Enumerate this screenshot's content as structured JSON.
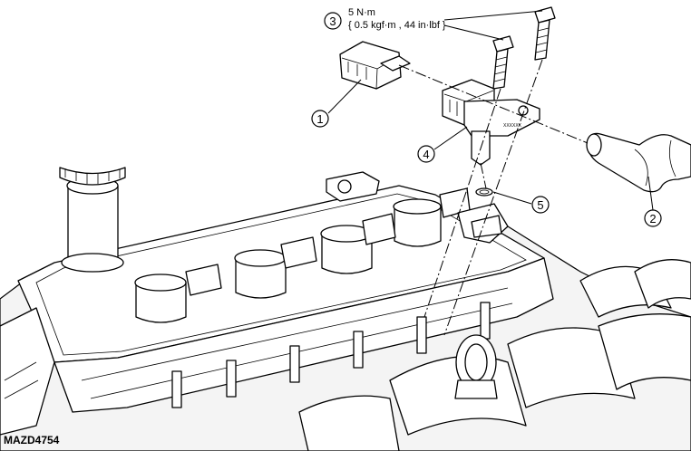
{
  "figure_code": "MAZD4754",
  "torque": {
    "primary": "5 N·m",
    "secondary": "{ 0.5 kgf·m , 44 in·lbf }"
  },
  "callouts": [
    {
      "number": "1"
    },
    {
      "number": "2"
    },
    {
      "number": "3"
    },
    {
      "number": "4"
    },
    {
      "number": "5"
    }
  ],
  "part_marking": "XXXXXX"
}
